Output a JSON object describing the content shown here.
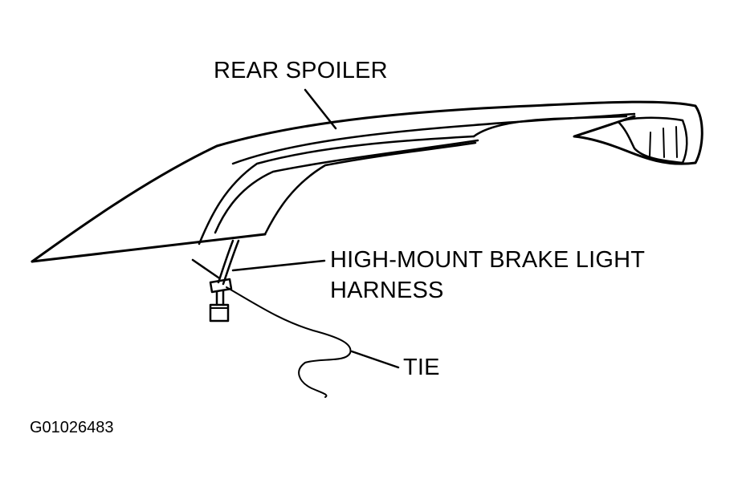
{
  "labels": {
    "rear_spoiler": "REAR SPOILER",
    "harness_line1": "HIGH-MOUNT BRAKE LIGHT",
    "harness_line2": "HARNESS",
    "tie": "TIE"
  },
  "figure_id": "G01026483",
  "colors": {
    "line": "#000000",
    "background": "#ffffff"
  }
}
